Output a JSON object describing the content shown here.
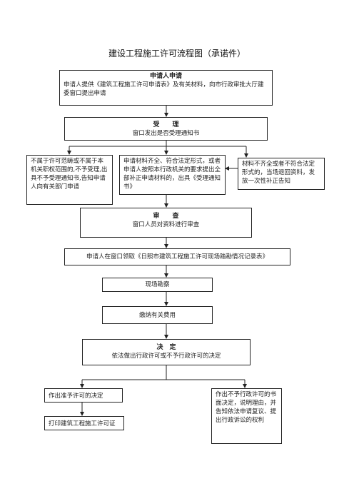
{
  "title": "建设工程施工许可流程图（承诺件）",
  "nodes": {
    "apply": {
      "head": "申请人申请",
      "body": "申请人提供《建筑工程施工许可申请表》及有关材料，向市行政审批大厅建委窗口提出申请"
    },
    "accept": {
      "head": "受　　理",
      "body": "窗口发出是否受理通知书"
    },
    "reject_scope": {
      "body": "不属于许可范畴或不属于本机关职权范围的,不予受理,出具不予受理通知书,告知申请人向有关部门申请"
    },
    "materials_ok": {
      "body": "申请材料齐全、符合法定形式，或者申请人按照本行政机关的要求提出全部补正申请材料的，出具《受理通知书》"
    },
    "materials_bad": {
      "body": "材料不齐全或者不符合法定形式的，当场退回资料，发放一次性补正告知"
    },
    "review": {
      "head": "审　　查",
      "body": "窗口人员对资料进行审查"
    },
    "collect_form": {
      "body": "申请人在窗口领取《日照市建筑工程施工许可现场踏勘情况记录表》"
    },
    "site_survey": {
      "body": "现场勘察"
    },
    "pay_fees": {
      "body": "缴纳有关费用"
    },
    "decision": {
      "head": "决　定",
      "body": "依法做出行政许可或不予行政许可的决定"
    },
    "approve": {
      "body": "作出准予许可的决定"
    },
    "deny": {
      "body": "作出不予行政许可的书面决定，说明理由，并告知依法申请复议、提出行政诉讼的权利"
    },
    "print_permit": {
      "body": "打印建筑工程施工许可证"
    }
  }
}
